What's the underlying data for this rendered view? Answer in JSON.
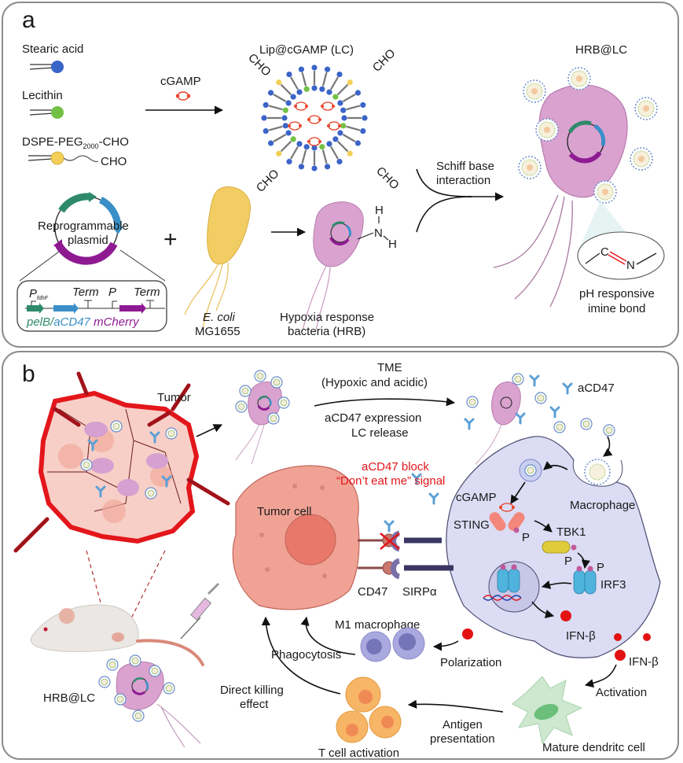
{
  "panels": {
    "a": {
      "letter": "a",
      "components": {
        "stearic_acid": "Stearic acid",
        "lecithin": "Lecithin",
        "dspe_main": "DSPE-PEG",
        "dspe_sub": "2000",
        "dspe_tail": "-CHO",
        "cho": "CHO"
      },
      "cgamp_label": "cGAMP",
      "liposome_title": "Lip@cGAMP (LC)",
      "liposome_cho": [
        "CHO",
        "CHO",
        "CHO",
        "CHO"
      ],
      "plasmid": {
        "line1": "Reprogrammable",
        "line2": "plasmid",
        "promoter_main": "P",
        "promoter_sub": "fdhF",
        "term1": "Term",
        "promoter2": "P",
        "term2": "Term",
        "gene1": "pelB",
        "gene_sep": "/",
        "gene2": "aCD47",
        "gene3": "mCherry"
      },
      "plus": "+",
      "ecoli": {
        "line1": "E. coli",
        "line2": "MG1655"
      },
      "hrb": {
        "line1": "Hypoxia response",
        "line2": "bacteria (HRB)"
      },
      "amine": {
        "h_top": "H",
        "n": "N",
        "h_bottom": "H"
      },
      "schiff": {
        "line1": "Schiff base",
        "line2": "interaction"
      },
      "hrb_lc_title": "HRB@LC",
      "imine": {
        "c": "C",
        "n": "N",
        "line1": "pH responsive",
        "line2": "imine bond"
      }
    },
    "b": {
      "letter": "b",
      "tumor": "Tumor",
      "tme": {
        "line1": "TME",
        "line2": "(Hypoxic and acidic)",
        "line3": "aCD47 expression",
        "line4": "LC release"
      },
      "acd47": "aCD47",
      "block": {
        "line1": "aCD47 block",
        "line2": "“Don’t eat me” signal"
      },
      "tumor_cell": "Tumor cell",
      "cd47": "CD47",
      "sirpa": "SIRPα",
      "macrophage": "Macrophage",
      "cgamp": "cGAMP",
      "sting": "STING",
      "tbk1": "TBK1",
      "irf3": "IRF3",
      "phospho": "P",
      "ifnb_inside": "IFN-β",
      "ifnb_outside": "IFN-β",
      "m1": "M1 macrophage",
      "phagocytosis": "Phagocytosis",
      "polarization": "Polarization",
      "activation": "Activation",
      "dendritic": "Mature dendritc cell",
      "antigen": {
        "line1": "Antigen",
        "line2": "presentation"
      },
      "tcell": "T cell activation",
      "direct": {
        "line1": "Direct killing",
        "line2": "effect"
      },
      "hrb_lc": "HRB@LC"
    }
  },
  "colors": {
    "stearic": "#3b64c8",
    "lecithin": "#72c144",
    "dspe": "#f3cf57",
    "cgamp": "#e8452c",
    "ecoli": "#f2cd63",
    "hrb": "#d9a2cf",
    "plasmid_green": "#2e8a6a",
    "plasmid_blue": "#3a8fc8",
    "plasmid_purple": "#8e1a92",
    "tumor_red": "#e3161b",
    "tumor_cell": "#f0a395",
    "macrophage": "#dcdcf4",
    "irf3": "#4fb3de",
    "tbk1": "#e0cc3a",
    "sting": "#f3877b",
    "ifn": "#e31212",
    "tcell": "#f7b566",
    "dendritic": "#cde8cf"
  }
}
